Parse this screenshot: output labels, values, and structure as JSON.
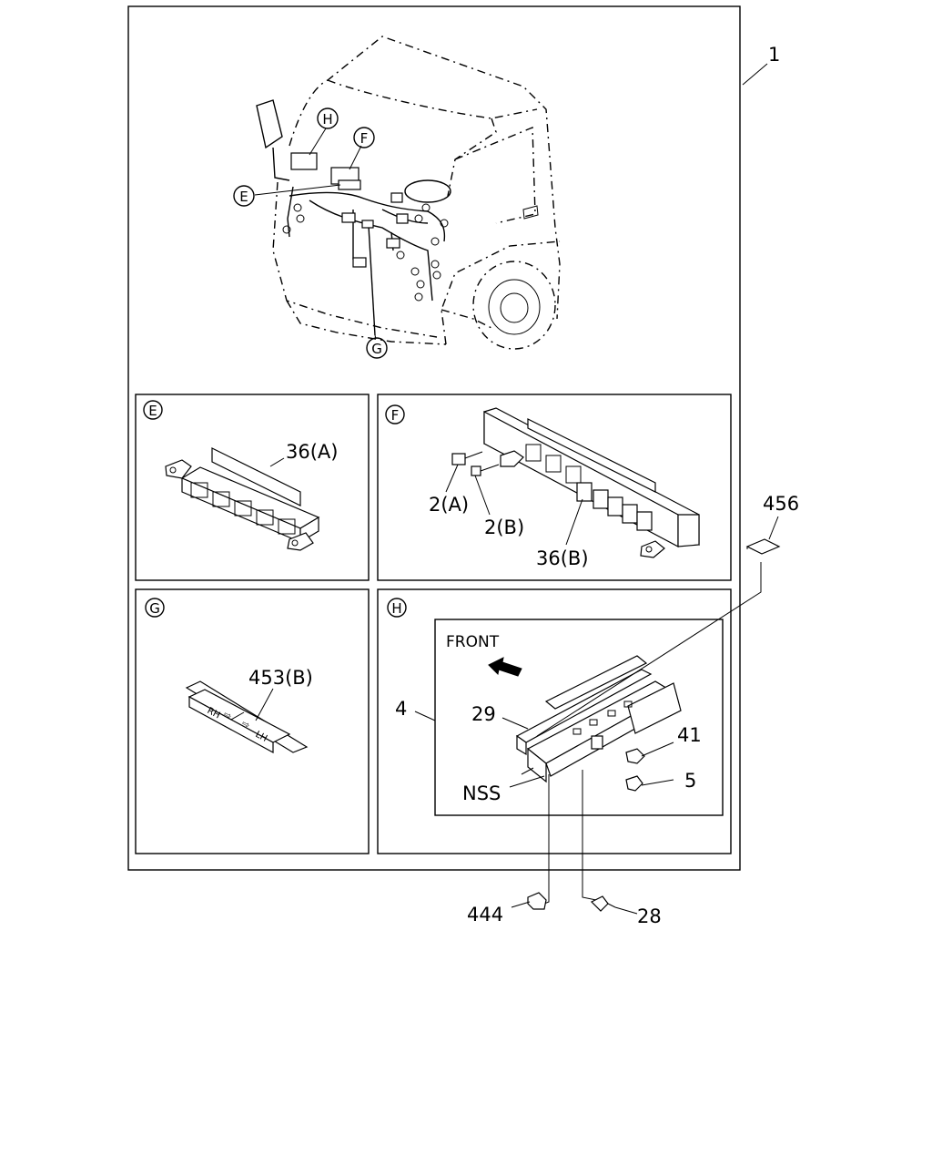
{
  "callouts": {
    "overview": {
      "H": "H",
      "F": "F",
      "E": "E",
      "G": "G"
    },
    "panels": {
      "E": "E",
      "F": "F",
      "G": "G",
      "H": "H"
    }
  },
  "labels": {
    "assembly": "1",
    "part_36a": "36(A)",
    "part_2a": "2(A)",
    "part_2b": "2(B)",
    "part_36b": "36(B)",
    "part_453b": "453(B)",
    "part_456": "456",
    "part_4": "4",
    "part_29": "29",
    "part_41": "41",
    "part_5": "5",
    "part_nss": "NSS",
    "part_444": "444",
    "part_28": "28",
    "front": "FRONT",
    "fuse_rh": "RH",
    "fuse_lh": "LH"
  }
}
